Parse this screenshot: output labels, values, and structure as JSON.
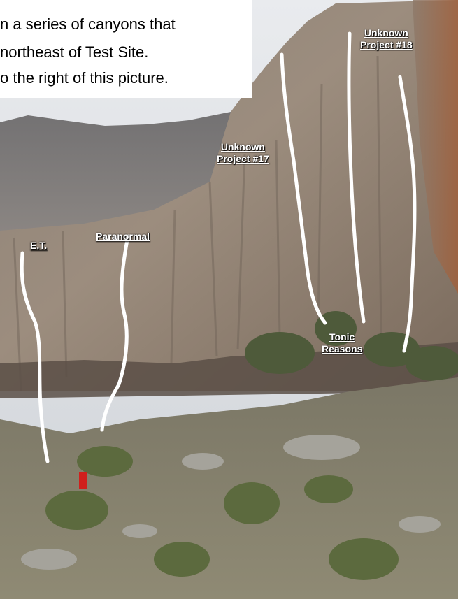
{
  "caption": {
    "line1": "n a series of canyons that",
    "line2": "northeast of Test Site.",
    "line3": "o the right of this picture."
  },
  "routes": {
    "et": "E.T.",
    "paranormal": "Paranormal",
    "project17_line1": "Unknown",
    "project17_line2": "Project #17",
    "project18_line1": "Unknown",
    "project18_line2": "Project #18",
    "tonic_line1": "Tonic",
    "tonic_line2": "Reasons"
  },
  "colors": {
    "route_line": "#ffffff",
    "caption_text": "#000000"
  }
}
